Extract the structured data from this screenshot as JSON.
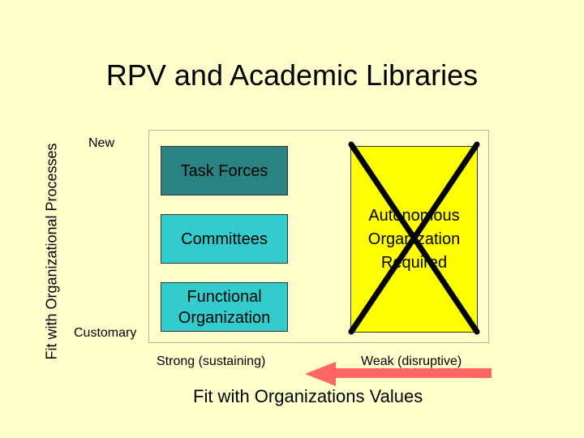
{
  "title": "RPV and Academic Libraries",
  "y_axis": {
    "title": "Fit with Organizational Processes",
    "top_label": "New",
    "bottom_label": "Customary"
  },
  "x_axis": {
    "title": "Fit with Organizations Values",
    "left_label": "Strong (sustaining)",
    "right_label": "Weak (disruptive)"
  },
  "boxes": {
    "task_forces": "Task Forces",
    "committees": "Committees",
    "functional": "Functional Organization",
    "autonomous": "Autonomous Organization Required"
  },
  "colors": {
    "background": "#ffffcc",
    "dark_teal": "#2a8282",
    "teal": "#33cccc",
    "yellow": "#ffff00",
    "arrow": "#ff6666",
    "cross": "#000000"
  }
}
